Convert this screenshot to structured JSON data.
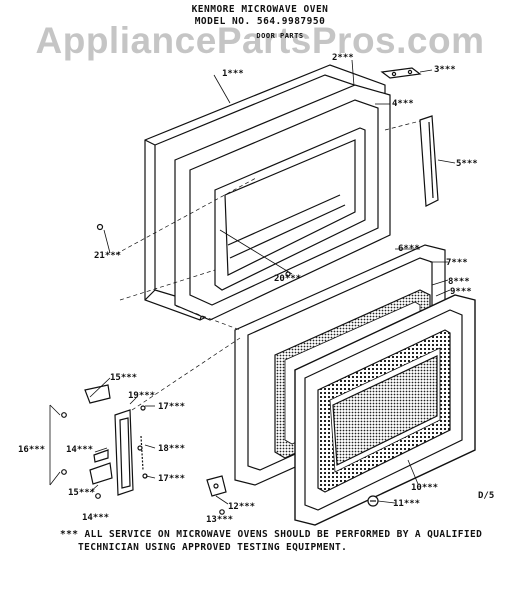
{
  "header": {
    "line1": "KENMORE MICROWAVE OVEN",
    "line2": "MODEL NO. 564.9987950",
    "line3": "DOOR PARTS"
  },
  "watermark": "AppliancePartsPros.com",
  "page_code": "D/5",
  "callouts": [
    {
      "id": "c1",
      "text": "1***"
    },
    {
      "id": "c2",
      "text": "2***"
    },
    {
      "id": "c3",
      "text": "3***"
    },
    {
      "id": "c4",
      "text": "4***"
    },
    {
      "id": "c5",
      "text": "5***"
    },
    {
      "id": "c6",
      "text": "6***"
    },
    {
      "id": "c7",
      "text": "7***"
    },
    {
      "id": "c8",
      "text": "8***"
    },
    {
      "id": "c9",
      "text": "9***"
    },
    {
      "id": "c10",
      "text": "10***"
    },
    {
      "id": "c11",
      "text": "11***"
    },
    {
      "id": "c12",
      "text": "12***"
    },
    {
      "id": "c13",
      "text": "13***"
    },
    {
      "id": "c14a",
      "text": "14***"
    },
    {
      "id": "c14b",
      "text": "14***"
    },
    {
      "id": "c15a",
      "text": "15***"
    },
    {
      "id": "c15b",
      "text": "15***"
    },
    {
      "id": "c16",
      "text": "16***"
    },
    {
      "id": "c17a",
      "text": "17***"
    },
    {
      "id": "c17b",
      "text": "17***"
    },
    {
      "id": "c18",
      "text": "18***"
    },
    {
      "id": "c19",
      "text": "19***"
    },
    {
      "id": "c20",
      "text": "20***"
    },
    {
      "id": "c21",
      "text": "21***"
    }
  ],
  "footnote": {
    "line1": "*** ALL SERVICE ON MICROWAVE OVENS SHOULD BE PERFORMED BY A QUALIFIED",
    "line2": "TECHNICIAN USING APPROVED TESTING EQUIPMENT."
  }
}
